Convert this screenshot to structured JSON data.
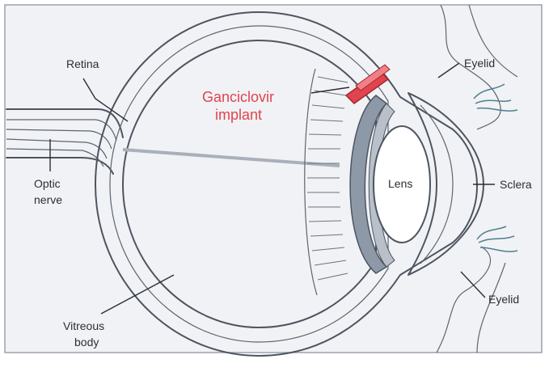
{
  "labels": {
    "retina": "Retina",
    "implant_line1": "Ganciclovir",
    "implant_line2": "implant",
    "optic_line1": "Optic",
    "optic_line2": "nerve",
    "vitreous_line1": "Vitreous",
    "vitreous_line2": "body",
    "lens": "Lens",
    "sclera": "Sclera",
    "eyelid_top": "Eyelid",
    "eyelid_bottom": "Eyelid"
  },
  "colors": {
    "background": "#f1f2f5",
    "vitreous": "#dfe2ea",
    "tissue": "#c5cbd4",
    "iris": "#8e99a8",
    "implant": "#e0444e",
    "outline": "#4d5560"
  }
}
